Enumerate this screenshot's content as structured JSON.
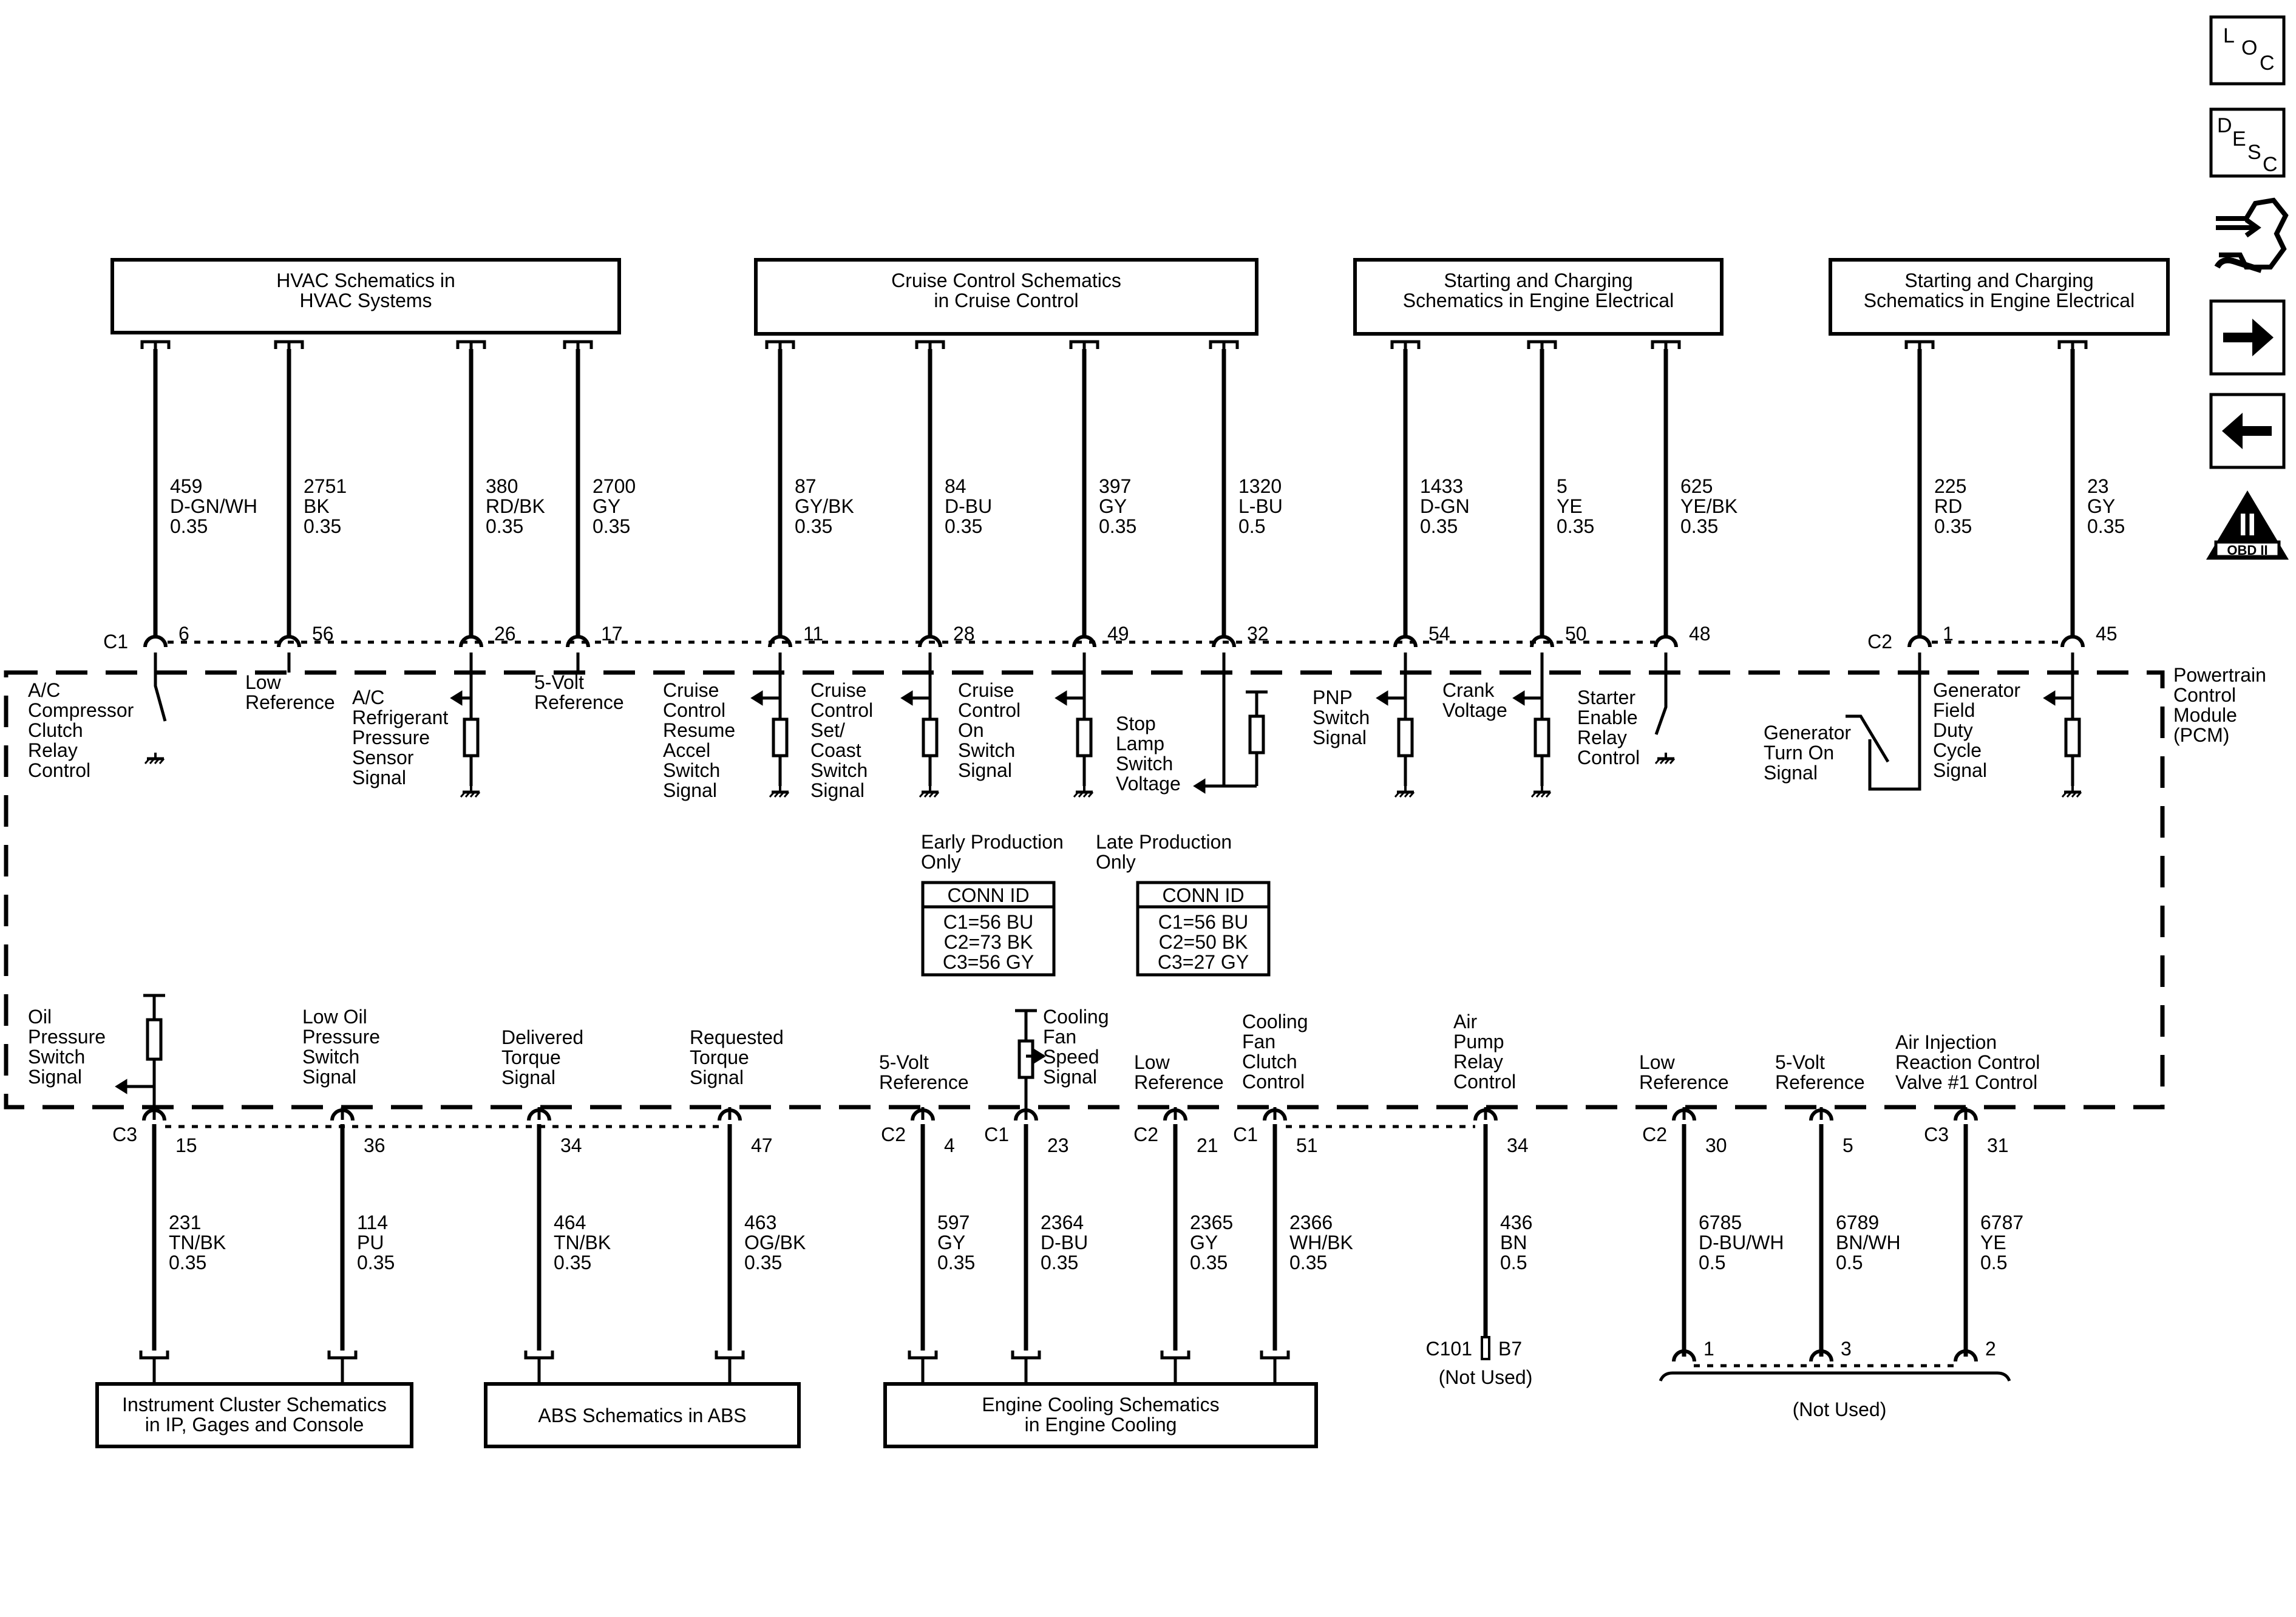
{
  "nav": {
    "loc": [
      "L",
      "O",
      "C"
    ],
    "desc": [
      "D",
      "E",
      "S",
      "C"
    ],
    "obd": "OBD II",
    "obd_numeral": "II"
  },
  "boxes_top": [
    [
      "HVAC Schematics in",
      "HVAC Systems"
    ],
    [
      "Cruise Control Schematics",
      "in Cruise Control"
    ],
    [
      "Starting and Charging",
      "Schematics in Engine Electrical"
    ],
    [
      "Starting and Charging",
      "Schematics in Engine Electrical"
    ]
  ],
  "boxes_bottom": [
    [
      "Instrument Cluster Schematics",
      "in IP, Gages and Console"
    ],
    [
      "ABS Schematics in ABS"
    ],
    [
      "Engine Cooling Schematics",
      "in Engine Cooling"
    ]
  ],
  "top_wires": [
    {
      "conn": "C1",
      "pin": "6",
      "circuit": "459",
      "color": "D-GN/WH",
      "size": "0.35"
    },
    {
      "conn": "",
      "pin": "56",
      "circuit": "2751",
      "color": "BK",
      "size": "0.35"
    },
    {
      "conn": "",
      "pin": "26",
      "circuit": "380",
      "color": "RD/BK",
      "size": "0.35"
    },
    {
      "conn": "",
      "pin": "17",
      "circuit": "2700",
      "color": "GY",
      "size": "0.35"
    },
    {
      "conn": "",
      "pin": "11",
      "circuit": "87",
      "color": "GY/BK",
      "size": "0.35"
    },
    {
      "conn": "",
      "pin": "28",
      "circuit": "84",
      "color": "D-BU",
      "size": "0.35"
    },
    {
      "conn": "",
      "pin": "49",
      "circuit": "397",
      "color": "GY",
      "size": "0.35"
    },
    {
      "conn": "",
      "pin": "32",
      "circuit": "1320",
      "color": "L-BU",
      "size": "0.5"
    },
    {
      "conn": "",
      "pin": "54",
      "circuit": "1433",
      "color": "D-GN",
      "size": "0.35"
    },
    {
      "conn": "",
      "pin": "50",
      "circuit": "5",
      "color": "YE",
      "size": "0.35"
    },
    {
      "conn": "",
      "pin": "48",
      "circuit": "625",
      "color": "YE/BK",
      "size": "0.35"
    },
    {
      "conn": "C2",
      "pin": "1",
      "circuit": "225",
      "color": "RD",
      "size": "0.35"
    },
    {
      "conn": "",
      "pin": "45",
      "circuit": "23",
      "color": "GY",
      "size": "0.35"
    }
  ],
  "top_signals": [
    [
      "A/C",
      "Compressor",
      "Clutch",
      "Relay",
      "Control"
    ],
    [
      "Low",
      "Reference"
    ],
    [
      "A/C",
      "Refrigerant",
      "Pressure",
      "Sensor",
      "Signal"
    ],
    [
      "5-Volt",
      "Reference"
    ],
    [
      "Cruise",
      "Control",
      "Resume",
      "Accel",
      "Switch",
      "Signal"
    ],
    [
      "Cruise",
      "Control",
      "Set/",
      "Coast",
      "Switch",
      "Signal"
    ],
    [
      "Cruise",
      "Control",
      "On",
      "Switch",
      "Signal"
    ],
    [
      "Stop",
      "Lamp",
      "Switch",
      "Voltage"
    ],
    [
      "PNP",
      "Switch",
      "Signal"
    ],
    [
      "Crank",
      "Voltage"
    ],
    [
      "Starter",
      "Enable",
      "Relay",
      "Control"
    ],
    [
      "Generator",
      "Turn On",
      "Signal"
    ],
    [
      "Generator",
      "Field",
      "Duty",
      "Cycle",
      "Signal"
    ]
  ],
  "bottom_wires": [
    {
      "conn": "C3",
      "pin": "15",
      "circuit": "231",
      "color": "TN/BK",
      "size": "0.35"
    },
    {
      "conn": "",
      "pin": "36",
      "circuit": "114",
      "color": "PU",
      "size": "0.35"
    },
    {
      "conn": "",
      "pin": "34",
      "circuit": "464",
      "color": "TN/BK",
      "size": "0.35"
    },
    {
      "conn": "",
      "pin": "47",
      "circuit": "463",
      "color": "OG/BK",
      "size": "0.35"
    },
    {
      "conn": "C2",
      "pin": "4",
      "circuit": "597",
      "color": "GY",
      "size": "0.35"
    },
    {
      "conn": "C1",
      "pin": "23",
      "circuit": "2364",
      "color": "D-BU",
      "size": "0.35"
    },
    {
      "conn": "C2",
      "pin": "21",
      "circuit": "2365",
      "color": "GY",
      "size": "0.35"
    },
    {
      "conn": "C1",
      "pin": "51",
      "circuit": "2366",
      "color": "WH/BK",
      "size": "0.35"
    },
    {
      "conn": "",
      "pin": "34",
      "circuit": "436",
      "color": "BN",
      "size": "0.5"
    },
    {
      "conn": "C2",
      "pin": "30",
      "circuit": "6785",
      "color": "D-BU/WH",
      "size": "0.5"
    },
    {
      "conn": "",
      "pin": "5",
      "circuit": "6789",
      "color": "BN/WH",
      "size": "0.5"
    },
    {
      "conn": "C3",
      "pin": "31",
      "circuit": "6787",
      "color": "YE",
      "size": "0.5"
    }
  ],
  "bottom_signals": [
    [
      "Oil",
      "Pressure",
      "Switch",
      "Signal"
    ],
    [
      "Low Oil",
      "Pressure",
      "Switch",
      "Signal"
    ],
    [
      "Delivered",
      "Torque",
      "Signal"
    ],
    [
      "Requested",
      "Torque",
      "Signal"
    ],
    [
      "5-Volt",
      "Reference"
    ],
    [
      "Cooling",
      "Fan",
      "Speed",
      "Signal"
    ],
    [
      "Low",
      "Reference"
    ],
    [
      "Cooling",
      "Fan",
      "Clutch",
      "Control"
    ],
    [
      "Air",
      "Pump",
      "Relay",
      "Control"
    ],
    [
      "Low",
      "Reference"
    ],
    [
      "5-Volt",
      "Reference"
    ],
    [
      "Air Injection",
      "Reaction Control",
      "Valve #1 Control"
    ]
  ],
  "pcm_label": [
    "Powertrain",
    "Control",
    "Module",
    "(PCM)"
  ],
  "conn_id": {
    "early_title": [
      "Early Production",
      "Only"
    ],
    "late_title": [
      "Late Production",
      "Only"
    ],
    "header": "CONN ID",
    "early": [
      "C1=56 BU",
      "C2=73 BK",
      "C3=56 GY"
    ],
    "late": [
      "C1=56 BU",
      "C2=50 BK",
      "C3=27 GY"
    ]
  },
  "c101": {
    "conn": "C101",
    "pin": "B7",
    "note": "(Not Used)"
  },
  "unused_pins": [
    "1",
    "3",
    "2"
  ],
  "unused_note": "(Not Used)"
}
